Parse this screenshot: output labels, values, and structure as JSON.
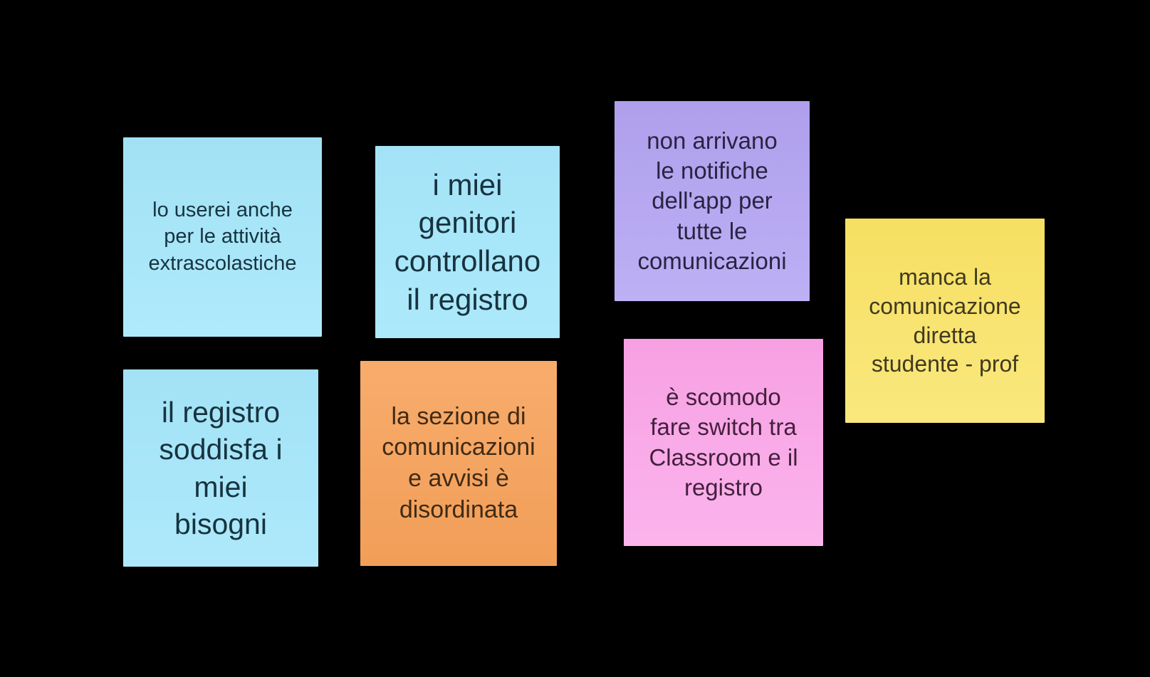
{
  "board": {
    "background_color": "#000000",
    "notes": [
      {
        "id": "note-1",
        "text": "lo userei anche\nper le attività\nextrascolastiche",
        "color_top": "#a2e1f4",
        "color_bottom": "#aeeafc",
        "text_color": "#17333f"
      },
      {
        "id": "note-2",
        "text": "i miei\ngenitori\ncontrollano\nil registro",
        "color_top": "#a4e3f7",
        "color_bottom": "#ace9fb",
        "text_color": "#17333f"
      },
      {
        "id": "note-3",
        "text": "non arrivano\nle notifiche\ndell'app per\ntutte le\ncomunicazioni",
        "color_top": "#af9fec",
        "color_bottom": "#bdb0f5",
        "text_color": "#2a2342"
      },
      {
        "id": "note-4",
        "text": "manca la\ncomunicazione\ndiretta\nstudente - prof",
        "color_top": "#f6df62",
        "color_bottom": "#fae87e",
        "text_color": "#403a1e"
      },
      {
        "id": "note-5",
        "text": "il registro\nsoddisfa i\nmiei\nbisogni",
        "color_top": "#a3e2f6",
        "color_bottom": "#ade9fb",
        "text_color": "#17333f"
      },
      {
        "id": "note-6",
        "text": "la sezione di\ncomunicazioni\ne avvisi è\ndisordinata",
        "color_top": "#f8ac6c",
        "color_bottom": "#f19e58",
        "text_color": "#402b15"
      },
      {
        "id": "note-7",
        "text": "è scomodo\nfare switch tra\nClassroom e il\nregistro",
        "color_top": "#f7a0e3",
        "color_bottom": "#fbb4ec",
        "text_color": "#44203d"
      }
    ]
  }
}
